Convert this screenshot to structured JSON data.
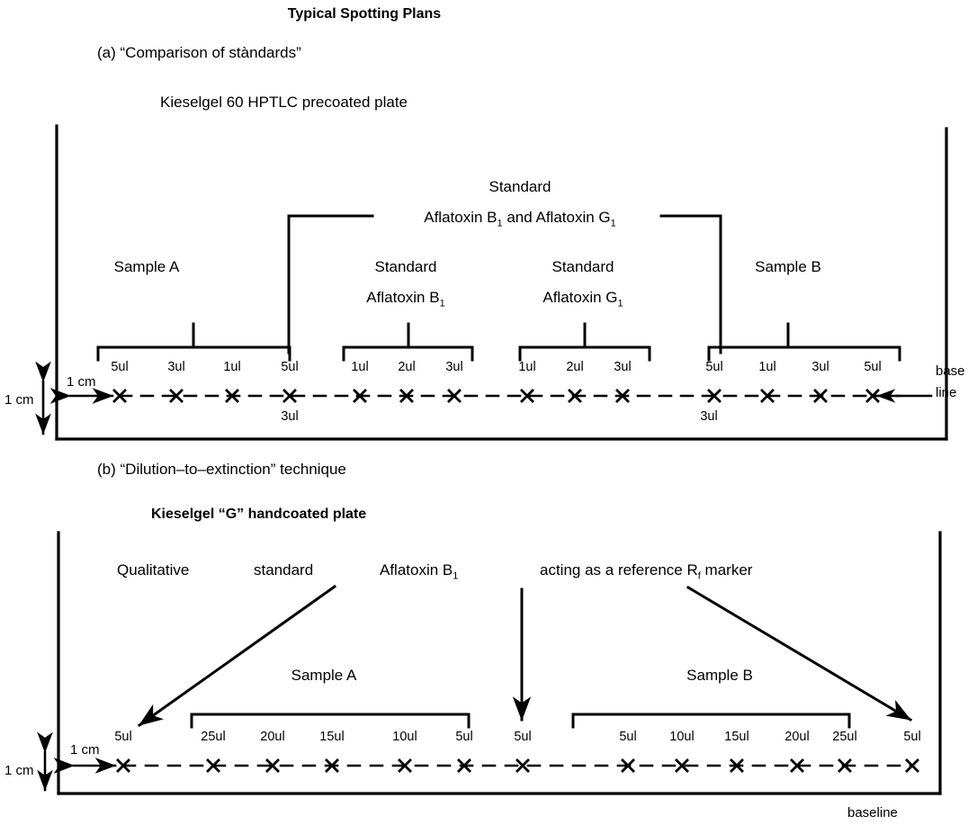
{
  "title": "Typical Spotting Plans",
  "panel_a": {
    "caption": "(a)  “Comparison of stàndards”",
    "plate_label": "Kieselgel 60 HPTLC precoated plate",
    "standard_top": "Standard",
    "standard_top2_pre": "Aflatoxin B",
    "standard_top2_sub1": "1",
    "standard_top2_mid": " and Aflatoxin G",
    "standard_top2_sub2": "1",
    "group_sample_a": "Sample A",
    "group_std1_line1": "Standard",
    "group_std1_line2_pre": "Aflatoxin B",
    "group_std1_line2_sub": "1",
    "group_std2_line1": "Standard",
    "group_std2_line2_pre": "Aflatoxin G",
    "group_std2_line2_sub": "1",
    "group_sample_b": "Sample B",
    "volumes": [
      "5ul",
      "3ul",
      "1ul",
      "5ul",
      "1ul",
      "2ul",
      "3ul",
      "1ul",
      "2ul",
      "3ul",
      "5ul",
      "1ul",
      "3ul",
      "5ul"
    ],
    "below_volumes": [
      "3ul",
      "3ul"
    ],
    "cm_horizontal": "1 cm",
    "cm_vertical": "1 cm",
    "baseline_label_line1": "base",
    "baseline_label_line2": "line"
  },
  "panel_b": {
    "caption": "(b)  “Dilution–to–extinction” technique",
    "plate_label": "Kieselgel “G” handcoated plate",
    "note_w1": "Qualitative",
    "note_w2": "standard",
    "note_w3_pre": "Aflatoxin B",
    "note_w3_sub": "1",
    "note_w4_pre": "acting as a reference R",
    "note_w4_sub": "f",
    "note_w4_post": " marker",
    "group_sample_a": "Sample A",
    "group_sample_b": "Sample B",
    "volumes": [
      "5ul",
      "25ul",
      "20ul",
      "15ul",
      "10ul",
      "5ul",
      "5ul",
      "5ul",
      "10ul",
      "15ul",
      "20ul",
      "25ul",
      "5ul"
    ],
    "cm_horizontal": "1 cm",
    "cm_vertical": "1 cm",
    "baseline_label": "baseline"
  },
  "colors": {
    "ink": "#000000",
    "paper": "#ffffff"
  }
}
